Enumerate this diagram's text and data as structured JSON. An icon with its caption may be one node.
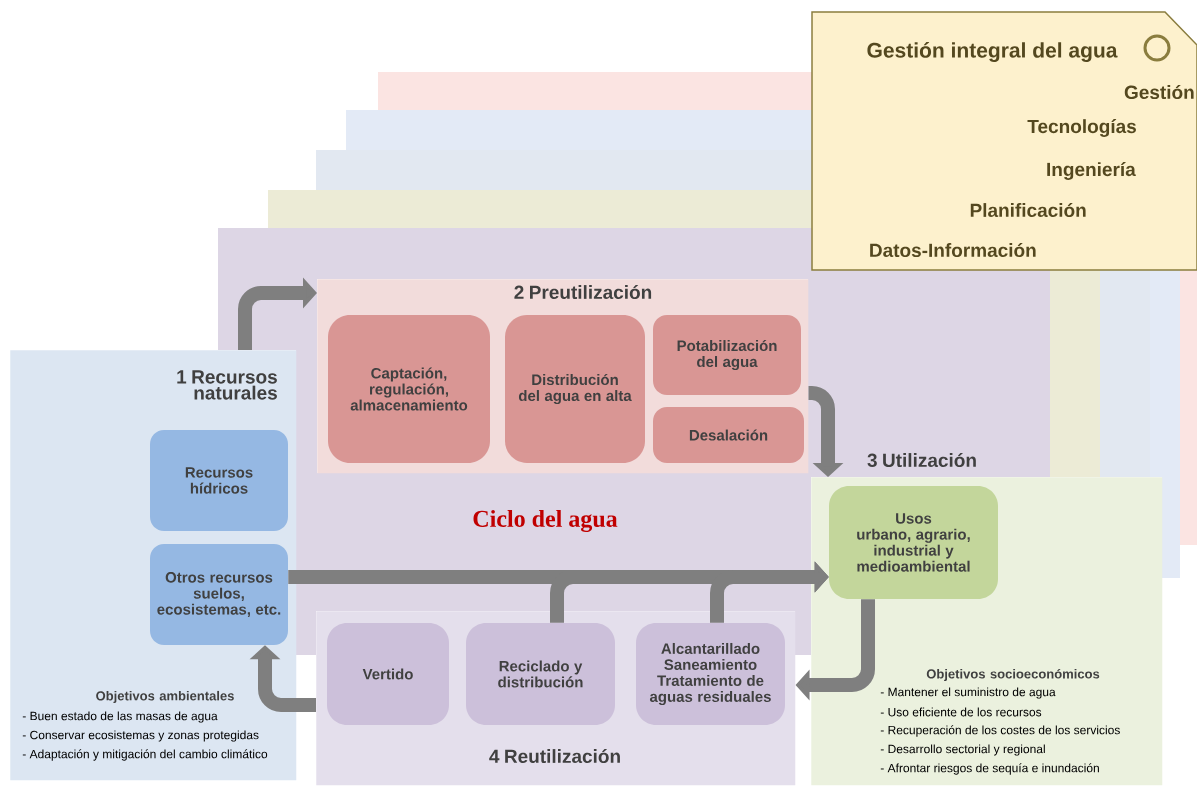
{
  "diagram": {
    "nodes": [
      {
        "text": [
          "1 Recursos naturales",
          "Objetivos ambientales",
          "- Buen estado de las masas de agua",
          "- Conservar ecosistemas y zonas protegidas",
          "- Adaptación y mitigación del cambio climático"
        ]
      },
      {
        "text": [
          "Recursos hídricos"
        ],
        "in": 0
      },
      {
        "text": [
          "Otros recursos",
          "suelos, ecosistemas, etc."
        ],
        "in": 0
      },
      {
        "text": [
          "2 Preutilización"
        ]
      },
      {
        "text": [
          "Captación, regulación, almacenamiento"
        ],
        "in": 3
      },
      {
        "text": [
          "Distribución del agua en alta"
        ],
        "in": 3
      },
      {
        "text": [
          "Potabilización del agua"
        ],
        "in": 3
      },
      {
        "text": [
          "Desalación"
        ],
        "in": 3
      },
      {
        "text": [
          "3 Utilización",
          "Objetivos socioeconómicos",
          "- Mantener el suministro de agua",
          "- Uso eficiente de los recursos",
          "- Recuperación de los costes de los servicios",
          "- Desarrollo sectorial y regional",
          "- Afrontar riesgos de sequía e inundación"
        ]
      },
      {
        "text": [
          "Usos",
          "urbano, agrario, industrial y medioambiental"
        ],
        "in": 8
      },
      {
        "text": [
          "4 Reutilización"
        ]
      },
      {
        "text": [
          "Vertido"
        ],
        "in": 10
      },
      {
        "text": [
          "Reciclado y distribución"
        ],
        "in": 10
      },
      {
        "text": [
          "Alcantarillado Saneamiento Tratamiento de aguas residuales"
        ],
        "in": 10
      },
      {
        "text": [
          "Gestión integral del agua",
          "Gestión",
          "Tecnologías",
          "Ingeniería",
          "Planificación",
          "Datos-Información"
        ]
      }
    ],
    "edges": [
      {
        "from": 0,
        "to": 3,
        "arrow": "to"
      },
      {
        "from": 3,
        "to": 8,
        "arrow": "to"
      },
      {
        "from": 9,
        "to": 10,
        "arrow": "to"
      },
      {
        "from": 10,
        "to": 2,
        "arrow": "to"
      },
      {
        "from": 2,
        "to": 9,
        "arrow": "to"
      },
      {
        "from": 12,
        "to": 9,
        "arrow": "to"
      },
      {
        "from": 13,
        "to": 9,
        "arrow": "to"
      }
    ],
    "labels": [
      "Ciclo del agua"
    ]
  }
}
